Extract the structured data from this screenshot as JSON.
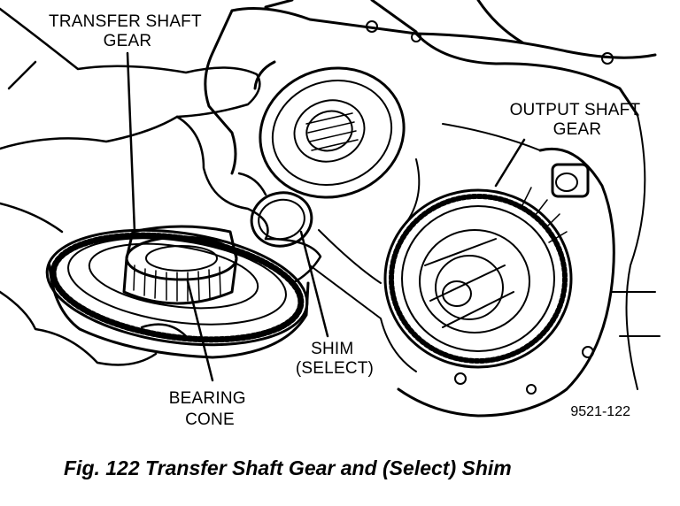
{
  "labels": {
    "transfer_shaft_gear": [
      "TRANSFER SHAFT",
      "GEAR"
    ],
    "output_shaft_gear": [
      "OUTPUT SHAFT",
      "GEAR"
    ],
    "shim": [
      "SHIM",
      "(SELECT)"
    ],
    "bearing_cone": [
      "BEARING",
      "CONE"
    ]
  },
  "figure_number": "9521-122",
  "caption": "Fig. 122 Transfer Shaft Gear and (Select) Shim"
}
